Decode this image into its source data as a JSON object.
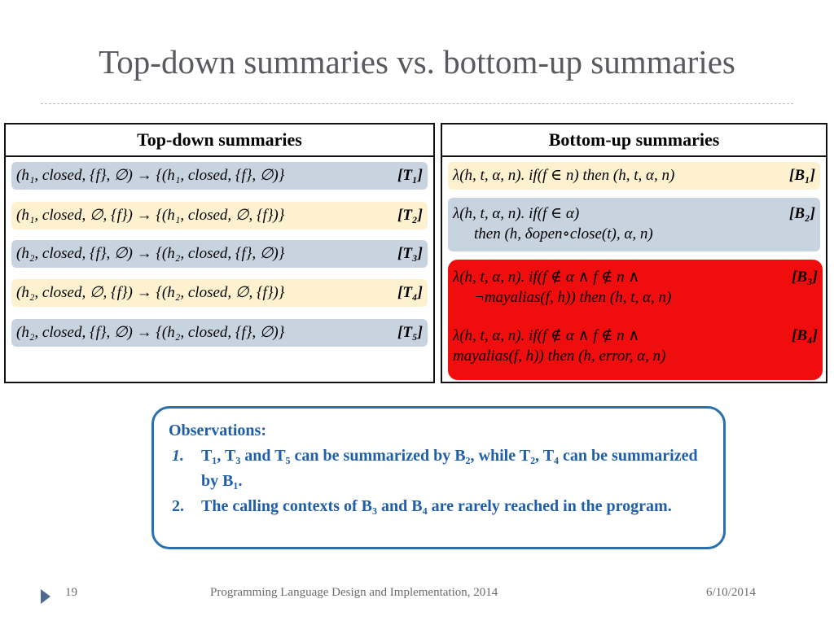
{
  "slide": {
    "title": "Top-down summaries vs. bottom-up summaries",
    "left_panel": {
      "header": "Top-down summaries",
      "rows": [
        {
          "h": "h₁",
          "pre": "closed, {f}, ∅",
          "post": "closed, {f}, ∅",
          "tag": "[T₁]"
        },
        {
          "h": "h₁",
          "pre": "closed, ∅, {f}",
          "post": "closed, ∅, {f}",
          "tag": "[T₂]"
        },
        {
          "h": "h₂",
          "pre": "closed, {f}, ∅",
          "post": "closed, {f}, ∅",
          "tag": "[T₃]"
        },
        {
          "h": "h₂",
          "pre": "closed, ∅, {f}",
          "post": "closed, ∅, {f}",
          "tag": "[T₄]"
        },
        {
          "h": "h₂",
          "pre": "closed, {f}, ∅",
          "post": "closed, {f}, ∅",
          "tag": "[T₅]"
        }
      ]
    },
    "right_panel": {
      "header": "Bottom-up summaries",
      "rows": [
        {
          "line1": "λ(h, t, α, n). if(f ∈ n) then (h, t, α, n)",
          "line2": "",
          "tag": "[B₁]"
        },
        {
          "line1": "λ(h, t, α, n). if(f ∈ α)",
          "line2": "then (h, δopen∘close(t), α, n)",
          "tag": "[B₂]"
        },
        {
          "line1": "λ(h, t, α, n). if(f ∉ α ∧ f ∉ n ∧",
          "line2": "¬mayalias(f, h)) then (h, t, α, n)",
          "tag": "[B₃]"
        },
        {
          "line1": "λ(h, t, α, n). if(f ∉ α ∧ f ∉ n ∧",
          "line2": "mayalias(f, h)) then (h, error, α, n)",
          "tag": "[B₄]"
        }
      ]
    },
    "observations": {
      "heading": "Observations:",
      "items": [
        {
          "num": "1.",
          "text": "T₁, T₃ and T₅ can be summarized by B₂, while T₂, T₄ can be summarized by B₁."
        },
        {
          "num": "2.",
          "text": "The calling contexts of B₃ and B₄ are rarely reached in the program."
        }
      ]
    },
    "footer": {
      "page": "19",
      "venue": "Programming Language Design and Implementation, 2014",
      "date": "6/10/2014"
    },
    "colors": {
      "title": "#59595f",
      "blue_row": "#c8d3e0",
      "cream_row": "#fdf1cf",
      "red_row": "#f00d0d",
      "observation": "#1f5ea8"
    }
  }
}
